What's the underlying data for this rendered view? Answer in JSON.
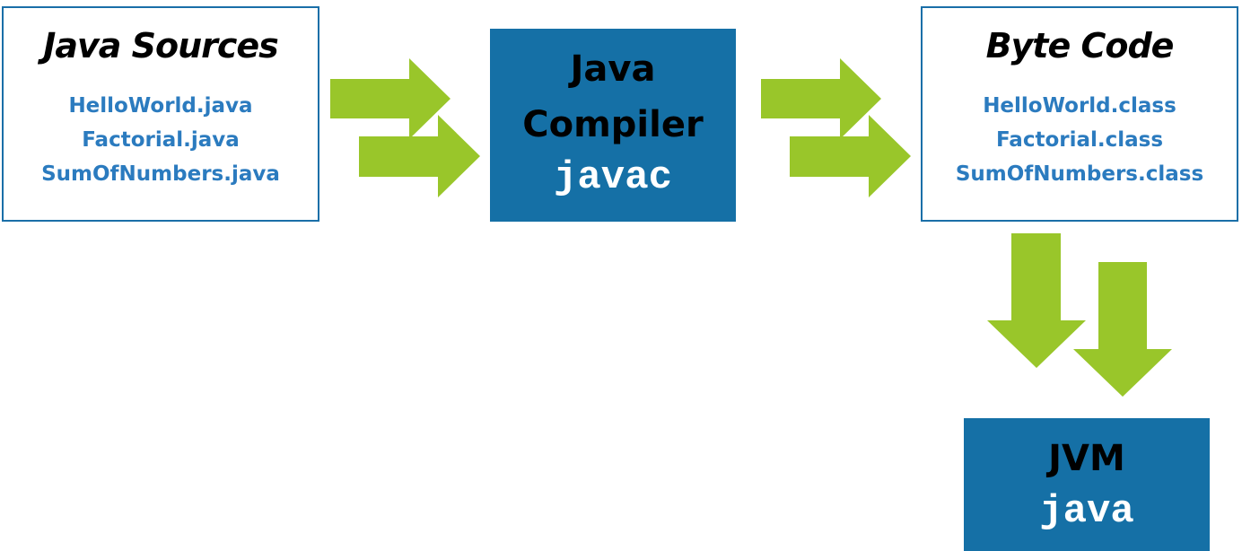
{
  "sources": {
    "title": "Java Sources",
    "files": [
      "HelloWorld.java",
      "Factorial.java",
      "SumOfNumbers.java"
    ]
  },
  "compiler": {
    "title_line1": "Java",
    "title_line2": "Compiler",
    "command": "javac"
  },
  "bytecode": {
    "title": "Byte Code",
    "files": [
      "HelloWorld.class",
      "Factorial.class",
      "SumOfNumbers.class"
    ]
  },
  "jvm": {
    "title": "JVM",
    "command": "java"
  },
  "colors": {
    "box_border": "#1a6fa8",
    "file_text": "#2b7bbf",
    "solid_fill": "#1570a6",
    "arrow_green": "#99c62a"
  }
}
